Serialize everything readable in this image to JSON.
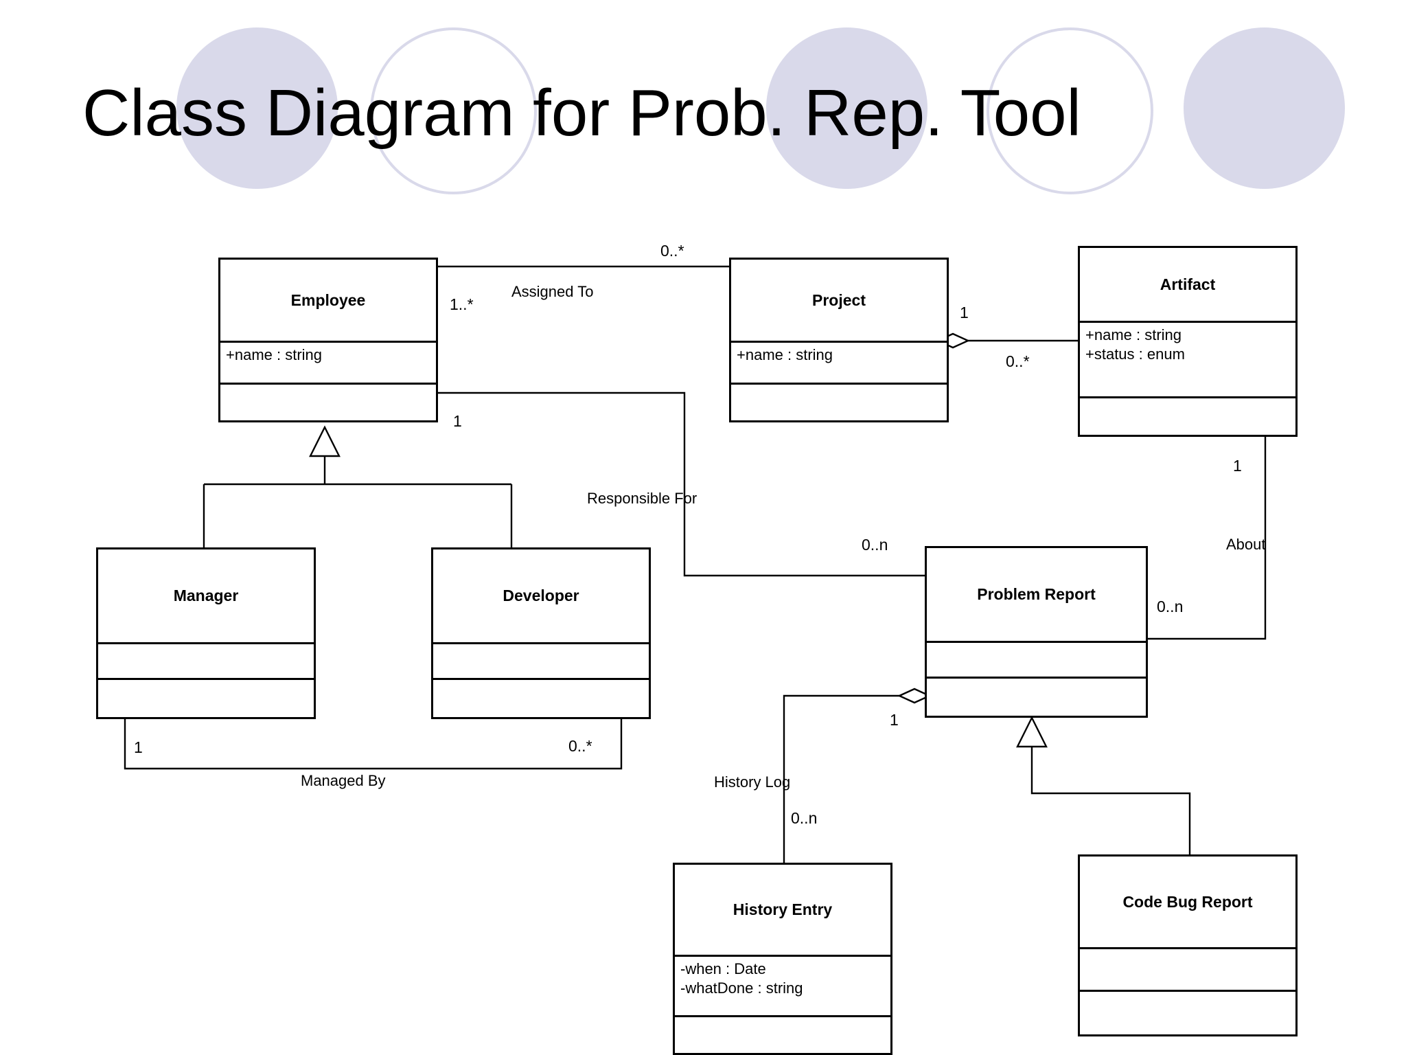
{
  "slide": {
    "title": "Class Diagram for Prob. Rep. Tool",
    "background_color": "#ffffff",
    "accent_color": "#d9d9ea",
    "line_color": "#000000"
  },
  "decorations": [
    {
      "name": "circle-filled-1",
      "style": "filled"
    },
    {
      "name": "circle-outline-1",
      "style": "outline"
    },
    {
      "name": "circle-filled-2",
      "style": "filled"
    },
    {
      "name": "circle-outline-2",
      "style": "outline"
    },
    {
      "name": "circle-filled-3",
      "style": "filled"
    }
  ],
  "chart_data": {
    "type": "diagram",
    "diagram_kind": "uml-class-diagram",
    "title": "Class Diagram for Prob. Rep. Tool",
    "classes": [
      {
        "id": "employee",
        "name": "Employee",
        "attributes": "+name : string",
        "operations": ""
      },
      {
        "id": "project",
        "name": "Project",
        "attributes": "+name : string",
        "operations": ""
      },
      {
        "id": "artifact",
        "name": "Artifact",
        "attributes": "+name : string\n+status : enum",
        "operations": ""
      },
      {
        "id": "manager",
        "name": "Manager",
        "attributes": "",
        "operations": ""
      },
      {
        "id": "developer",
        "name": "Developer",
        "attributes": "",
        "operations": ""
      },
      {
        "id": "problem",
        "name": "Problem Report",
        "attributes": "",
        "operations": ""
      },
      {
        "id": "history",
        "name": "History Entry",
        "attributes": "-when : Date\n-whatDone : string",
        "operations": ""
      },
      {
        "id": "codebug",
        "name": "Code Bug Report",
        "attributes": "",
        "operations": ""
      }
    ],
    "relationships": [
      {
        "id": "assigned-to",
        "label": "Assigned To",
        "type": "association",
        "from": "employee",
        "to": "project",
        "from_multiplicity": "1..*",
        "to_multiplicity": "0..*"
      },
      {
        "id": "project-artifact",
        "label": "",
        "type": "aggregation",
        "from": "project",
        "to": "artifact",
        "from_multiplicity": "1",
        "to_multiplicity": "0..*"
      },
      {
        "id": "responsible-for",
        "label": "Responsible For",
        "type": "association",
        "from": "employee",
        "to": "problem",
        "from_multiplicity": "1",
        "to_multiplicity": "0..n"
      },
      {
        "id": "managed-by",
        "label": "Managed By",
        "type": "association",
        "from": "manager",
        "to": "developer",
        "from_multiplicity": "1",
        "to_multiplicity": "0..*"
      },
      {
        "id": "about",
        "label": "About",
        "type": "association",
        "from": "artifact",
        "to": "problem",
        "from_multiplicity": "1",
        "to_multiplicity": "0..n"
      },
      {
        "id": "history-log",
        "label": "History Log",
        "type": "aggregation",
        "from": "problem",
        "to": "history",
        "from_multiplicity": "1",
        "to_multiplicity": "0..n"
      },
      {
        "id": "emp-gen",
        "label": "",
        "type": "generalization",
        "from": "manager",
        "to": "employee",
        "from_multiplicity": "",
        "to_multiplicity": ""
      },
      {
        "id": "emp-gen-2",
        "label": "",
        "type": "generalization",
        "from": "developer",
        "to": "employee",
        "from_multiplicity": "",
        "to_multiplicity": ""
      },
      {
        "id": "pr-gen",
        "label": "",
        "type": "generalization",
        "from": "codebug",
        "to": "problem",
        "from_multiplicity": "",
        "to_multiplicity": ""
      }
    ]
  },
  "labels": {
    "assigned_to": "Assigned To",
    "responsible_for": "Responsible For",
    "managed_by": "Managed By",
    "about": "About",
    "history_log": "History Log",
    "m_emp_assigned": "1..*",
    "m_proj_assigned": "0..*",
    "m_proj_artifact": "1",
    "m_artifact_proj": "0..*",
    "m_emp_resp": "1",
    "m_pr_resp": "0..n",
    "m_manager": "1",
    "m_developer": "0..*",
    "m_artifact_about": "1",
    "m_pr_about": "0..n",
    "m_pr_hist": "1",
    "m_hist_entries": "0..n"
  },
  "boxes": {
    "employee": {
      "name": "Employee",
      "attributes": "+name : string",
      "operations": ""
    },
    "project": {
      "name": "Project",
      "attributes": "+name : string",
      "operations": ""
    },
    "artifact": {
      "name": "Artifact",
      "attributes": "+name : string\n+status : enum",
      "operations": ""
    },
    "manager": {
      "name": "Manager",
      "attributes": "",
      "operations": ""
    },
    "developer": {
      "name": "Developer",
      "attributes": "",
      "operations": ""
    },
    "problem": {
      "name": "Problem Report",
      "attributes": "",
      "operations": ""
    },
    "history": {
      "name": "History Entry",
      "attributes": "-when : Date\n-whatDone : string",
      "operations": ""
    },
    "codebug": {
      "name": "Code Bug Report",
      "attributes": "",
      "operations": ""
    }
  }
}
